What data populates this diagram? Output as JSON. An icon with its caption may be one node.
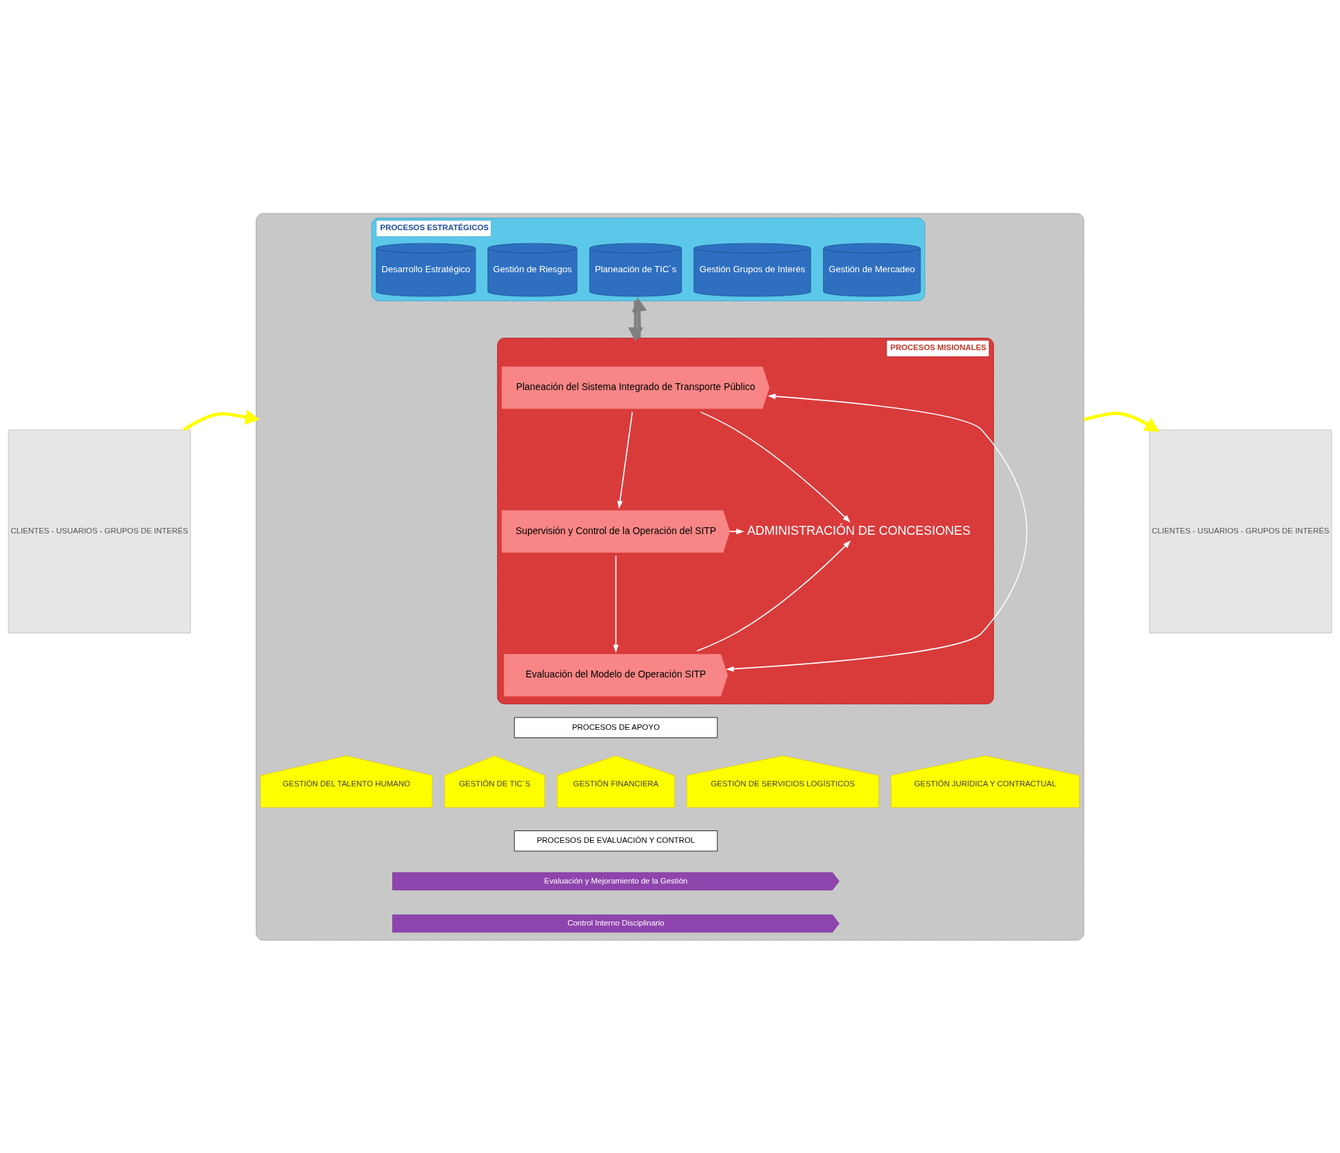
{
  "diagram": {
    "nodes": [
      {
        "text": [
          "CLIENTES - USUARIOS - GRUPOS DE INTERÉS"
        ]
      },
      {
        "text": [],
        "shape": "box"
      },
      {
        "text": [
          "PROCESOS ESTRATÉGICOS"
        ],
        "in": 1
      },
      {
        "text": [
          "Desarrollo Estratégico"
        ],
        "in": 2
      },
      {
        "text": [
          "Gestión de Riesgos"
        ],
        "in": 2
      },
      {
        "text": [
          "Planeación de TIC´s"
        ],
        "in": 2
      },
      {
        "text": [
          "Gestión Grupos de Interés"
        ],
        "in": 2
      },
      {
        "text": [
          "Gestión de Mercadeo"
        ],
        "in": 2
      },
      {
        "text": [
          "PROCESOS MISIONALES"
        ],
        "in": 1
      },
      {
        "text": [
          "Planeación del Sistema Integrado de Transporte Público"
        ],
        "in": 8
      },
      {
        "text": [
          "Supervisión y Control de la Operación del SITP"
        ],
        "in": 8
      },
      {
        "text": [
          "Evaluación del Modelo de Operación SITP"
        ],
        "in": 8
      },
      {
        "text": [
          "ADMINISTRACIÓN DE CONCESIONES"
        ],
        "in": 8
      },
      {
        "text": [
          "PROCESOS DE APOYO"
        ],
        "in": 1
      },
      {
        "text": [
          "GESTIÓN DEL TALENTO HUMANO"
        ],
        "in": 1
      },
      {
        "text": [
          "GESTIÓN DE TIC´S"
        ],
        "in": 1
      },
      {
        "text": [
          "GESTIÓN FINANCIERA"
        ],
        "in": 1
      },
      {
        "text": [
          "GESTIÓN DE SERVICIOS LOGÍSTICOS"
        ],
        "in": 1
      },
      {
        "text": [
          "GESTIÓN JURÍDICA Y CONTRACTUAL"
        ],
        "in": 1
      },
      {
        "text": [
          "PROCESOS DE EVALUACIÓN Y CONTROL"
        ],
        "in": 1
      },
      {
        "text": [
          "Evaluación y Mejoramiento de la Gestión"
        ],
        "in": 1
      },
      {
        "text": [
          "Control Interno Disciplinario"
        ],
        "in": 1
      },
      {
        "text": [
          "CLIENTES - USUARIOS - GRUPOS DE INTERÉS"
        ]
      }
    ],
    "edges": [
      {
        "from": 0,
        "to": 1,
        "arrow": "to",
        "style": "thick",
        "color": "#ffff00"
      },
      {
        "from": 2,
        "to": 8,
        "arrow": "to",
        "style": "thick",
        "color": "#808080"
      },
      {
        "from": 8,
        "to": 2,
        "arrow": "to",
        "style": "thick",
        "color": "#808080"
      },
      {
        "from": 9,
        "to": 10,
        "arrow": "to"
      },
      {
        "from": 10,
        "to": 11,
        "arrow": "to"
      },
      {
        "from": 11,
        "to": 9,
        "arrow": "both"
      },
      {
        "from": 9,
        "to": 12,
        "arrow": "to"
      },
      {
        "from": 10,
        "to": 12,
        "arrow": "to"
      },
      {
        "from": 11,
        "to": 12,
        "arrow": "to"
      },
      {
        "from": 1,
        "to": 22,
        "arrow": "to",
        "style": "thick",
        "color": "#ffff00"
      }
    ]
  }
}
